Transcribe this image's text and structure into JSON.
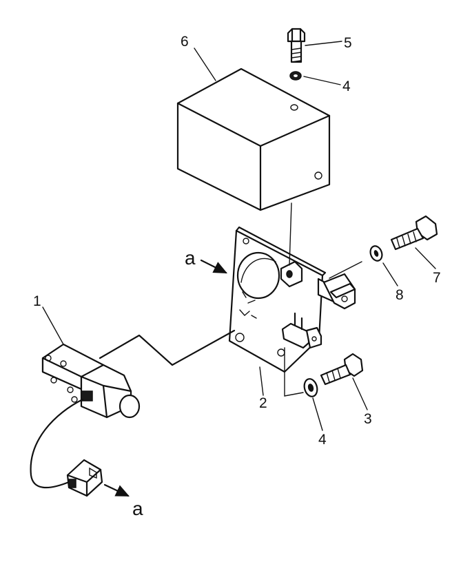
{
  "diagram": {
    "callouts": {
      "p1": "1",
      "p2": "2",
      "p3": "3",
      "p4_top": "4",
      "p4_bottom": "4",
      "p5": "5",
      "p6": "6",
      "p7": "7",
      "p8": "8"
    },
    "reference_labels": {
      "view_a_left": "a",
      "view_a_bottom": "a"
    }
  }
}
